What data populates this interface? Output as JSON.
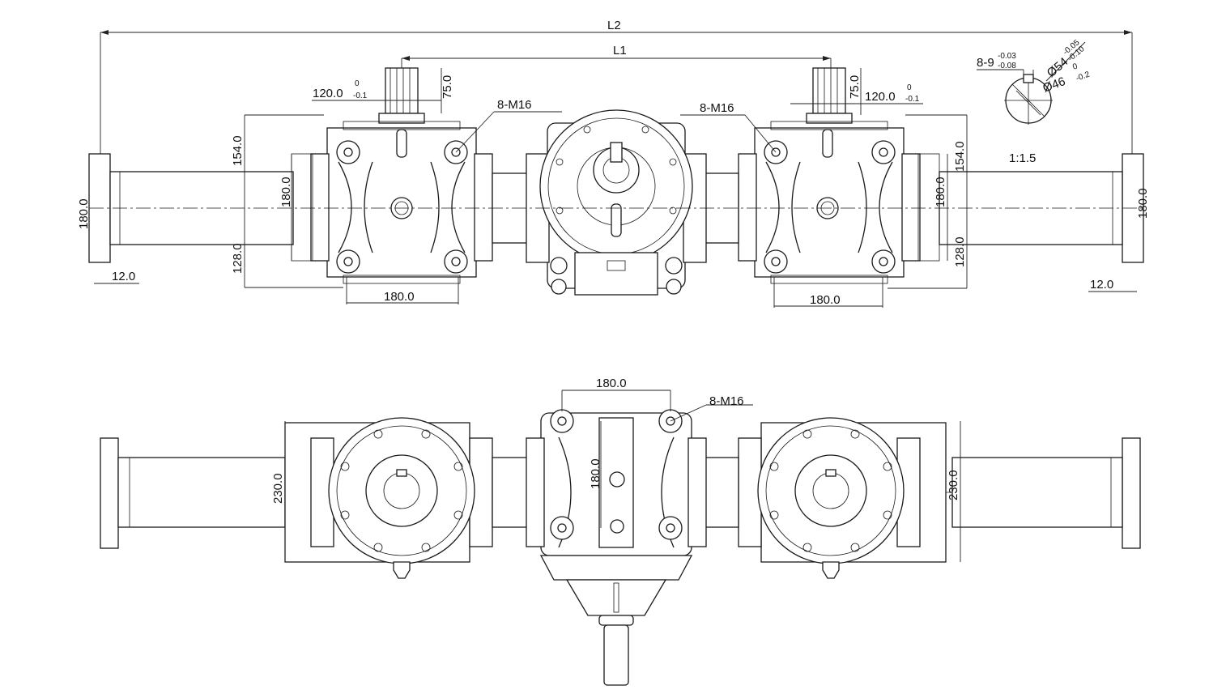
{
  "labels": {
    "L2": "L2",
    "L1": "L1",
    "scale": "1:1.5",
    "d120_left": "120.0",
    "d120_left_tol_up": "0",
    "d120_left_tol_dn": "-0.1",
    "d75_left": "75.0",
    "d120_right": "120.0",
    "d120_right_tol_up": "0",
    "d120_right_tol_dn": "-0.1",
    "d75_right": "75.0",
    "bolt_left": "8-M16",
    "bolt_right": "8-M16",
    "bolt_bottom": "8-M16",
    "d154_left": "154.0",
    "d180_left_inner": "180.0",
    "d128_left": "128.0",
    "d180_left_outer": "180.0",
    "d12_left": "12.0",
    "d180_bottom_left": "180.0",
    "d154_right": "154.0",
    "d180_right_inner": "180.0",
    "d128_right": "128.0",
    "d180_right_outer": "180.0",
    "d12_right": "12.0",
    "d180_bottom_right": "180.0",
    "key_width": "8-9",
    "key_tol_up": "-0.03",
    "key_tol_dn": "-0.08",
    "dia54": "Ø54",
    "dia54_tol_up": "-0.05",
    "dia54_tol_dn": "-0.10",
    "dia46": "Ø46",
    "dia46_tol_up": "0",
    "dia46_tol_dn": "-0.2",
    "d180_top_center": "180.0",
    "d180_center_vertical": "180.0",
    "d230_left": "230.0",
    "d230_right": "230.0"
  }
}
